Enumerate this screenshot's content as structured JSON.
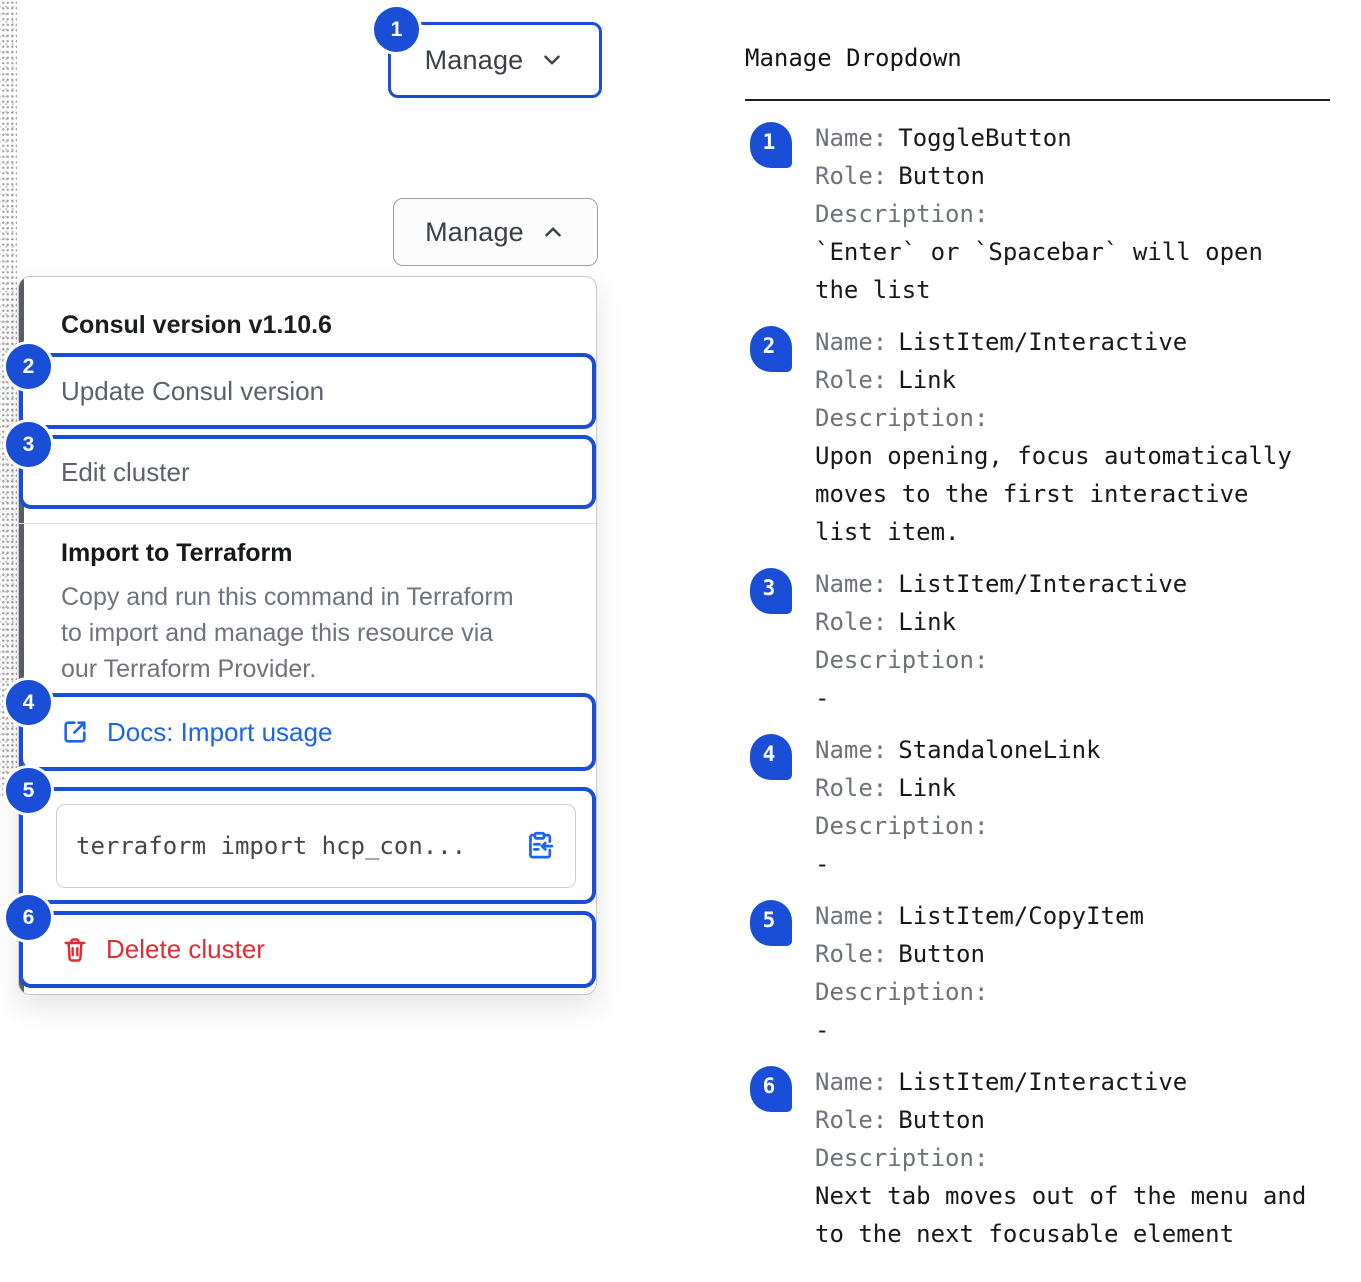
{
  "colors": {
    "accent_blue": "#1a4ed6",
    "link_blue": "#1e62f0",
    "danger_red": "#e02d33",
    "text_dark": "#1b1d21",
    "text_muted": "#6f747c"
  },
  "toggle": {
    "label": "Manage"
  },
  "dropdown": {
    "header": "Consul version v1.10.6",
    "update_item": "Update Consul version",
    "edit_item": "Edit cluster",
    "import_title": "Import to Terraform",
    "import_description": "Copy and run this command in Terraform\nto import and manage this resource via\nour Terraform Provider.",
    "docs_link_label": "Docs: Import usage",
    "terraform_command": "terraform import hcp_con...",
    "delete_item": "Delete cluster"
  },
  "legend": {
    "title": "Manage Dropdown",
    "labels": {
      "name": "Name:",
      "role": "Role:",
      "description": "Description:"
    },
    "items": [
      {
        "num": "1",
        "name": "ToggleButton",
        "role": "Button",
        "description": "`Enter` or `Spacebar` will open\nthe list"
      },
      {
        "num": "2",
        "name": "ListItem/Interactive",
        "role": "Link",
        "description": "Upon opening, focus automatically\nmoves to the first interactive\nlist item."
      },
      {
        "num": "3",
        "name": "ListItem/Interactive",
        "role": "Link",
        "description": "-"
      },
      {
        "num": "4",
        "name": "StandaloneLink",
        "role": "Link",
        "description": "-"
      },
      {
        "num": "5",
        "name": "ListItem/CopyItem",
        "role": "Button",
        "description": "-"
      },
      {
        "num": "6",
        "name": "ListItem/Interactive",
        "role": "Button",
        "description": "Next tab moves out of the menu and\nto the next focusable element"
      }
    ]
  }
}
